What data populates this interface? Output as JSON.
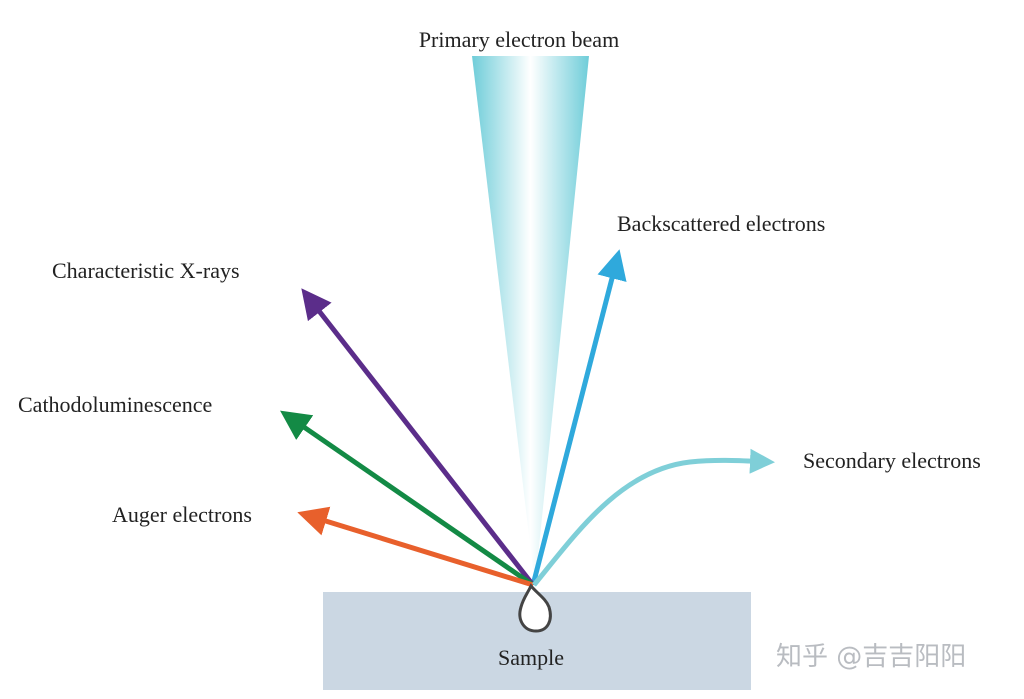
{
  "labels": {
    "primary_beam": "Primary electron beam",
    "backscattered": "Backscattered electrons",
    "xrays": "Characteristic X-rays",
    "cathodoluminescence": "Cathodoluminescence",
    "secondary": "Secondary electrons",
    "auger": "Auger electrons",
    "sample": "Sample"
  },
  "watermark": "知乎 @吉吉阳阳",
  "colors": {
    "beam_edge": "#6fcdd9",
    "beam_center": "#ffffff",
    "backscattered": "#2fa9dc",
    "xrays": "#5b2d8a",
    "cathodoluminescence": "#138a45",
    "auger": "#e8602c",
    "secondary": "#7fcfd8",
    "sample": "#cbd7e3",
    "interaction_volume": "#444444"
  }
}
